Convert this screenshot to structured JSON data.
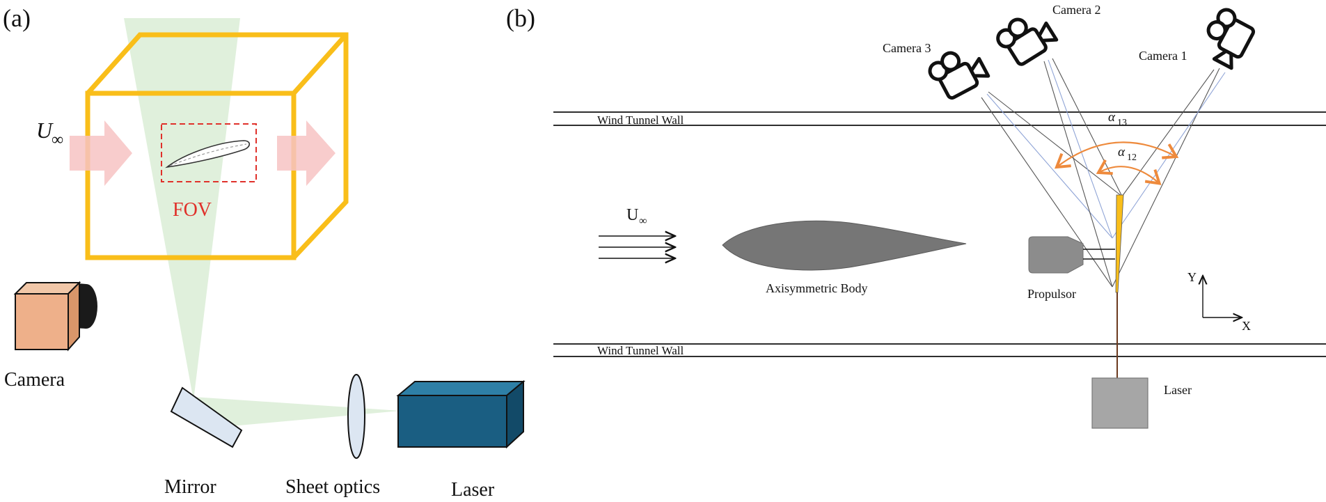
{
  "panel_a": {
    "label": "(a)",
    "freestream": "U",
    "freestream_sub": "∞",
    "fov_label": "FOV",
    "camera_label": "Camera",
    "mirror_label": "Mirror",
    "optics_label": "Sheet optics",
    "laser_label": "Laser"
  },
  "panel_b": {
    "label": "(b)",
    "wall_top_label": "Wind Tunnel Wall",
    "wall_bottom_label": "Wind Tunnel Wall",
    "camera1_label": "Camera 1",
    "camera2_label": "Camera 2",
    "camera3_label": "Camera 3",
    "angle13_label": "α",
    "angle13_sub": "13",
    "angle12_label": "α",
    "angle12_sub": "12",
    "freestream": "U",
    "freestream_sub": "∞",
    "body_label": "Axisymmetric Body",
    "propulsor_label": "Propulsor",
    "laser_label": "Laser",
    "axis_y": "Y",
    "axis_x": "X"
  },
  "colors": {
    "volume_box": "#F9BE1A",
    "laser_sheet": "#D6EBD0",
    "fov": "#E0302A",
    "flow_arrow": "#F7C3C3",
    "camera_body": "#EEB08A",
    "laser_box": "#1A5E82",
    "optics": "#DCE6F2",
    "angle_arc": "#EE8A3C",
    "sight_line_blue": "#8FA4D6"
  }
}
